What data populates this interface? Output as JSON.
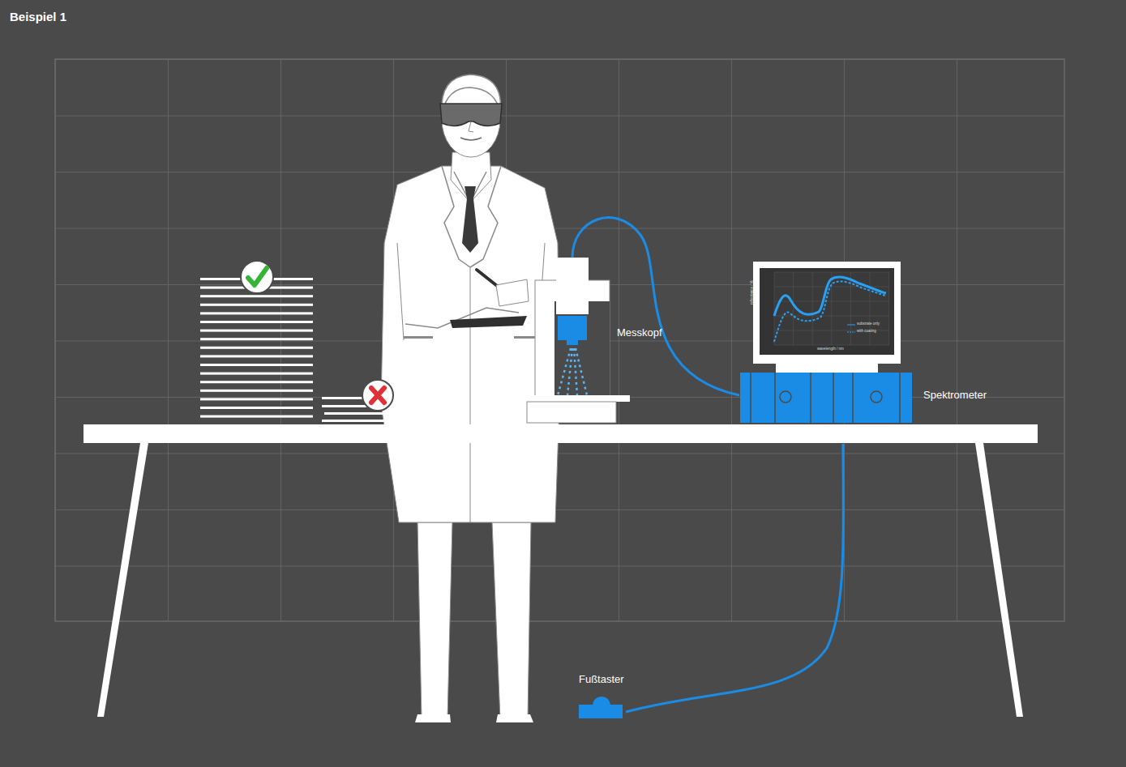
{
  "diagram": {
    "title": "Beispiel 1",
    "labels": [
      "Messkopf",
      "Spektrometer",
      "Fußtaster",
      "substrate only",
      "with coating",
      "wavelength / nm",
      "reflectance / %"
    ]
  }
}
